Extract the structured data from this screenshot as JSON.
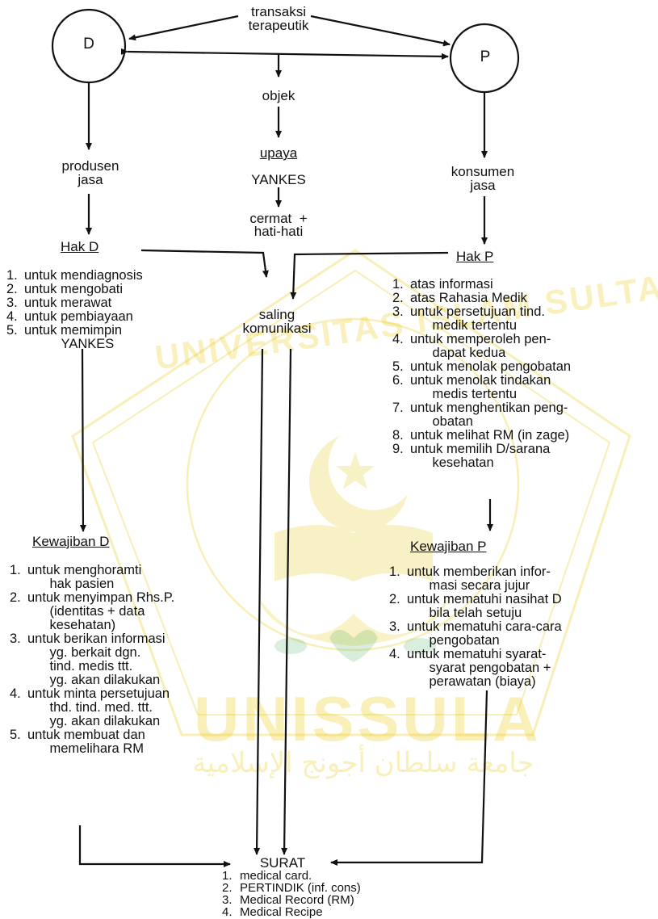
{
  "nodes": {
    "transaksi": "transaksi\nterapeutik",
    "d": "D",
    "p": "P",
    "objek": "objek",
    "upaya": "upaya",
    "yankes": "YANKES",
    "cermat": "cermat  +\nhati-hati",
    "produsen": "produsen\njasa",
    "konsumen": "konsumen\njasa",
    "saling": "saling\nkomunikasi",
    "surat": "SURAT"
  },
  "hak_d": {
    "title": "Hak D",
    "items": [
      {
        "n": "1.",
        "t": "untuk mendiagnosis"
      },
      {
        "n": "2.",
        "t": "untuk mengobati"
      },
      {
        "n": "3.",
        "t": "untuk merawat"
      },
      {
        "n": "4.",
        "t": "untuk pembiayaan"
      },
      {
        "n": "5.",
        "t": "untuk memimpin\n          YANKES"
      }
    ]
  },
  "hak_p": {
    "title": "Hak P",
    "items": [
      {
        "n": "1.",
        "t": "atas informasi"
      },
      {
        "n": "2.",
        "t": "atas Rahasia Medik"
      },
      {
        "n": "3.",
        "t": "untuk persetujuan tind.\n      medik tertentu"
      },
      {
        "n": "4.",
        "t": "untuk memperoleh pen-\n      dapat kedua"
      },
      {
        "n": "5.",
        "t": "untuk menolak pengobatan"
      },
      {
        "n": "6.",
        "t": "untuk menolak tindakan\n      medis tertentu"
      },
      {
        "n": "7.",
        "t": "untuk menghentikan peng-\n      obatan"
      },
      {
        "n": "8.",
        "t": "untuk melihat RM (in zage)"
      },
      {
        "n": "9.",
        "t": "untuk memilih D/sarana\n      kesehatan"
      }
    ]
  },
  "kewajiban_d": {
    "title": "Kewajiban D",
    "items": [
      {
        "n": "1.",
        "t": "untuk menghoramti\n      hak pasien"
      },
      {
        "n": "2.",
        "t": "untuk menyimpan Rhs.P.\n      (identitas + data\n      kesehatan)"
      },
      {
        "n": "3.",
        "t": "untuk berikan informasi\n      yg. berkait dgn.\n      tind. medis ttt.\n      yg. akan dilakukan"
      },
      {
        "n": "4.",
        "t": "untuk minta persetujuan\n      thd. tind. med. ttt.\n      yg. akan dilakukan"
      },
      {
        "n": "5.",
        "t": "untuk membuat dan\n      memelihara RM"
      }
    ]
  },
  "kewajiban_p": {
    "title": "Kewajiban P",
    "items": [
      {
        "n": "1.",
        "t": "untuk memberikan infor-\n      masi secara jujur"
      },
      {
        "n": "2.",
        "t": "untuk mematuhi nasihat D\n      bila telah setuju"
      },
      {
        "n": "3.",
        "t": "untuk mematuhi cara-cara\n      pengobatan"
      },
      {
        "n": "4.",
        "t": "untuk mematuhi syarat-\n      syarat pengobatan +\n      perawatan (biaya)"
      }
    ]
  },
  "surat": {
    "items": [
      {
        "n": "1.",
        "t": "medical card."
      },
      {
        "n": "2.",
        "t": "PERTINDIK (inf. cons)"
      },
      {
        "n": "3.",
        "t": "Medical Record (RM)"
      },
      {
        "n": "4.",
        "t": "Medical Recipe"
      }
    ]
  },
  "watermark": {
    "arc_text": "UNIVERSITAS ISLAM SULTAN AGUNG",
    "name": "UNISSULA",
    "arabic": "جامعة سلطان أجونج الإسلامية",
    "color": "#e8c400"
  }
}
